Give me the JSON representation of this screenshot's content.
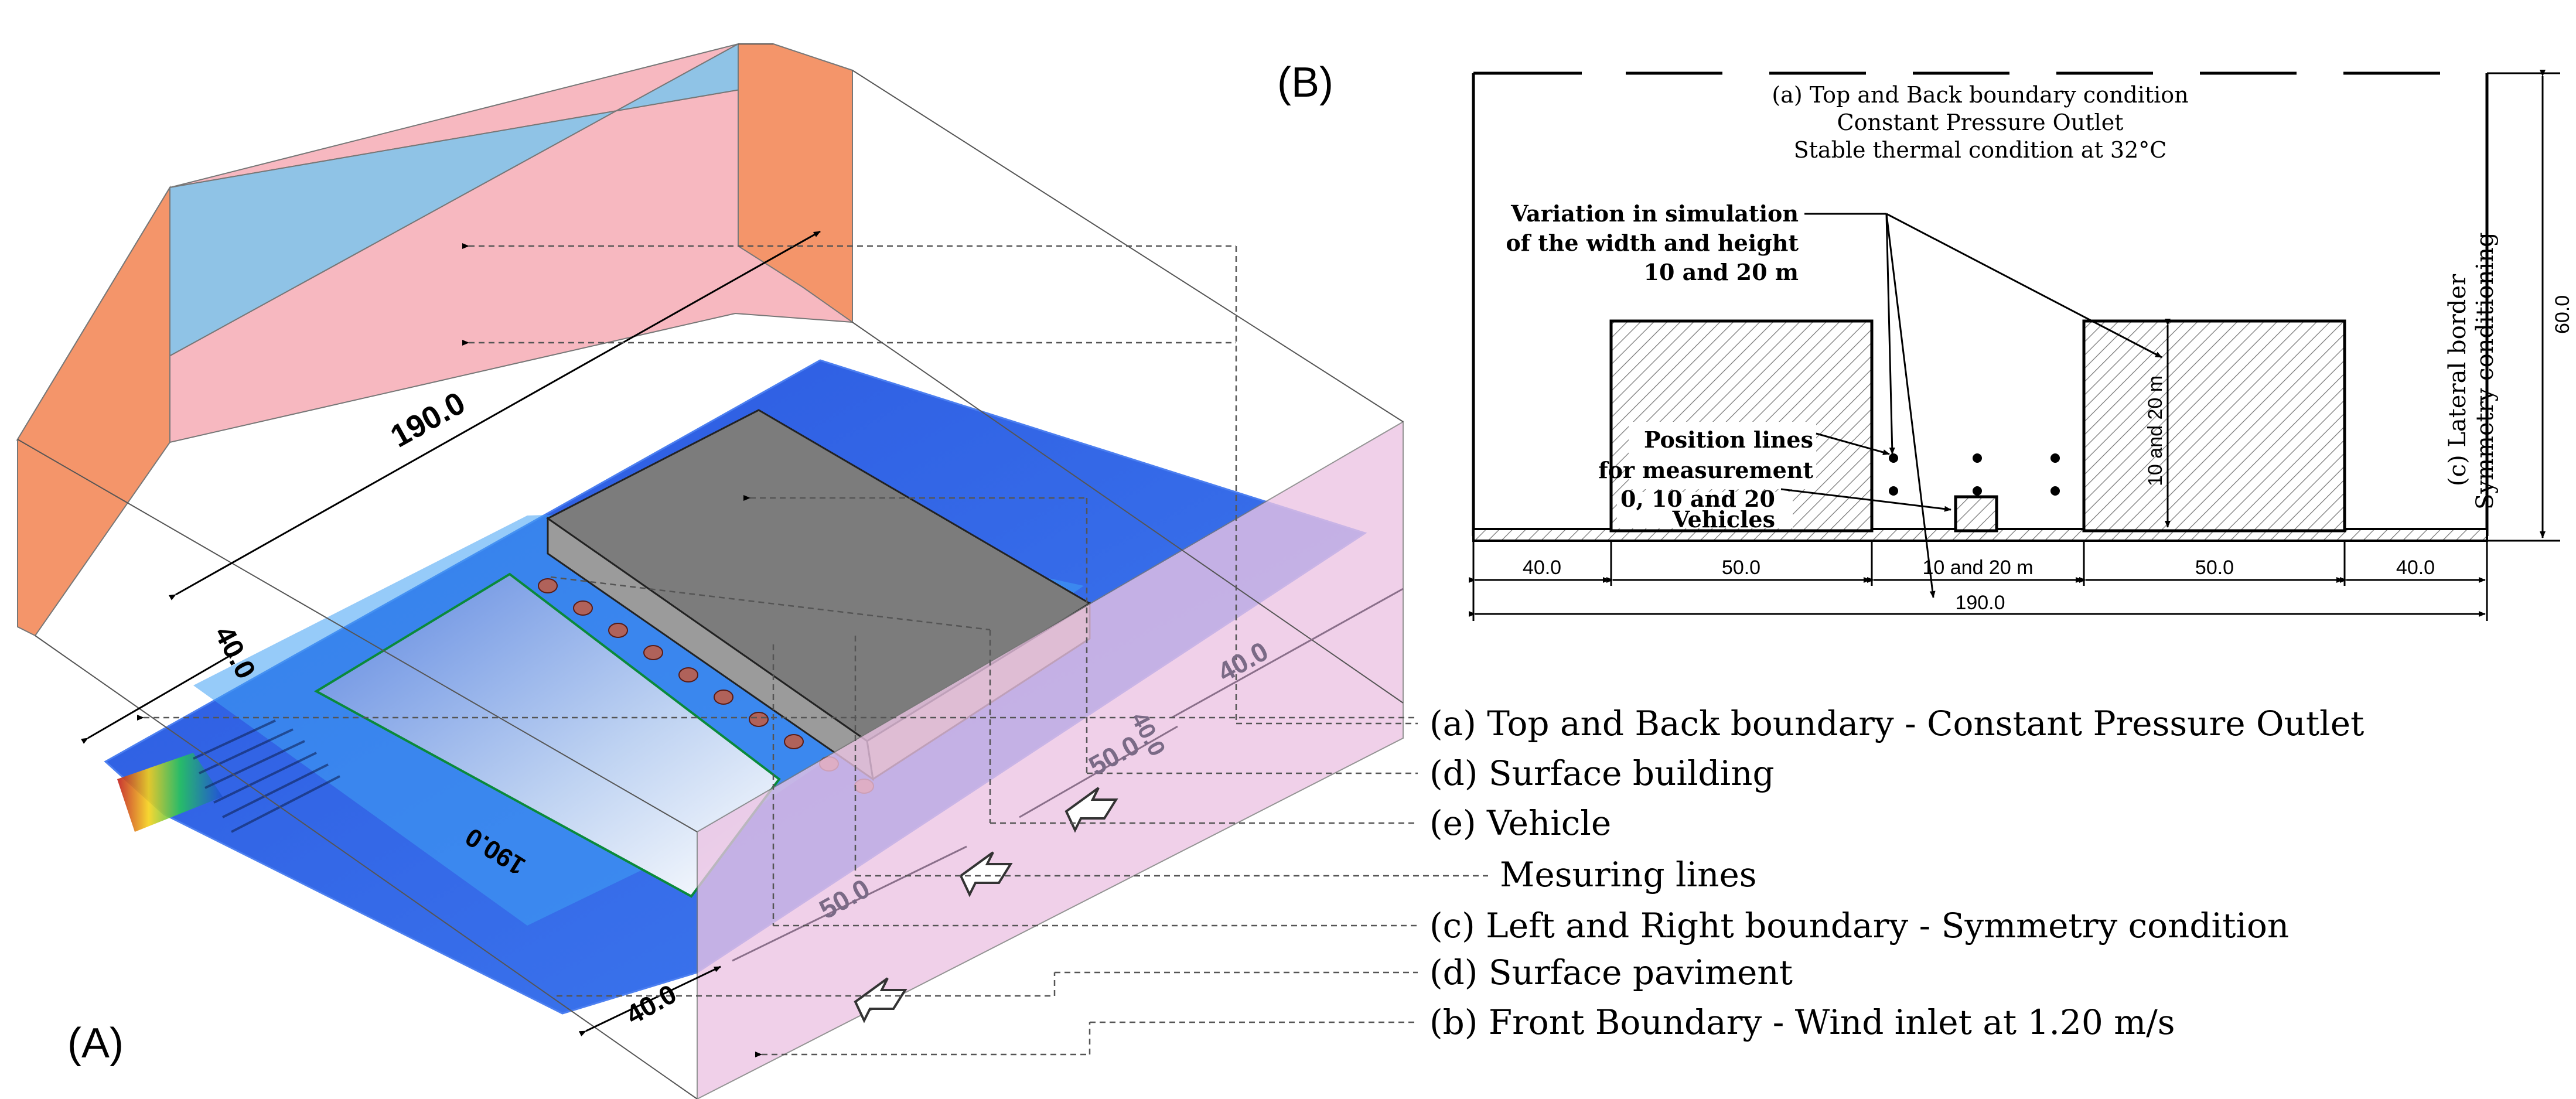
{
  "panels": {
    "a_label": "(A)",
    "b_label": "(B)"
  },
  "panel_a": {
    "dims": {
      "length_190": "190.0",
      "width_40_left": "40.0",
      "pavement_190": "190.0",
      "front_40": "40.0",
      "front_50": "50.0",
      "right_50": "50.0",
      "right_40": "40.0",
      "right_40b": "40.0"
    },
    "legend": [
      "(a) Top and Back boundary  - Constant Pressure Outlet",
      "(d) Surface building",
      "(e) Vehicle",
      "Mesuring lines",
      "(c) Left and Right boundary - Symmetry condition",
      "(d) Surface paviment",
      "(b) Front Boundary - Wind inlet at 1.20 m/s"
    ]
  },
  "panel_b": {
    "top_condition": [
      "(a) Top and Back boundary condition",
      "Constant Pressure Outlet",
      "Stable thermal condition at 32°C"
    ],
    "variation": [
      "Variation in simulation",
      "of the width and height",
      "10 and 20 m"
    ],
    "position_lines": [
      "Position lines",
      "for measurement"
    ],
    "vehicles": [
      "0, 10 and 20",
      "Vehicles"
    ],
    "building_height": "10 and 20 m",
    "lateral_border": [
      "(c) Lateral border",
      "Symmetry conditioning"
    ],
    "total_height": "60.0",
    "bottom_dims": [
      "40.0",
      "50.0",
      "10 and 20 m",
      "50.0",
      "40.0"
    ],
    "total_width": "190.0"
  },
  "colors": {
    "top_face": "#8fc3e6",
    "back_face": "#f7b8c0",
    "side_face": "#f4956a",
    "front_face": "#ecc4e4",
    "field_blue": "#1f4fd8",
    "building": "#7c7c7c"
  }
}
